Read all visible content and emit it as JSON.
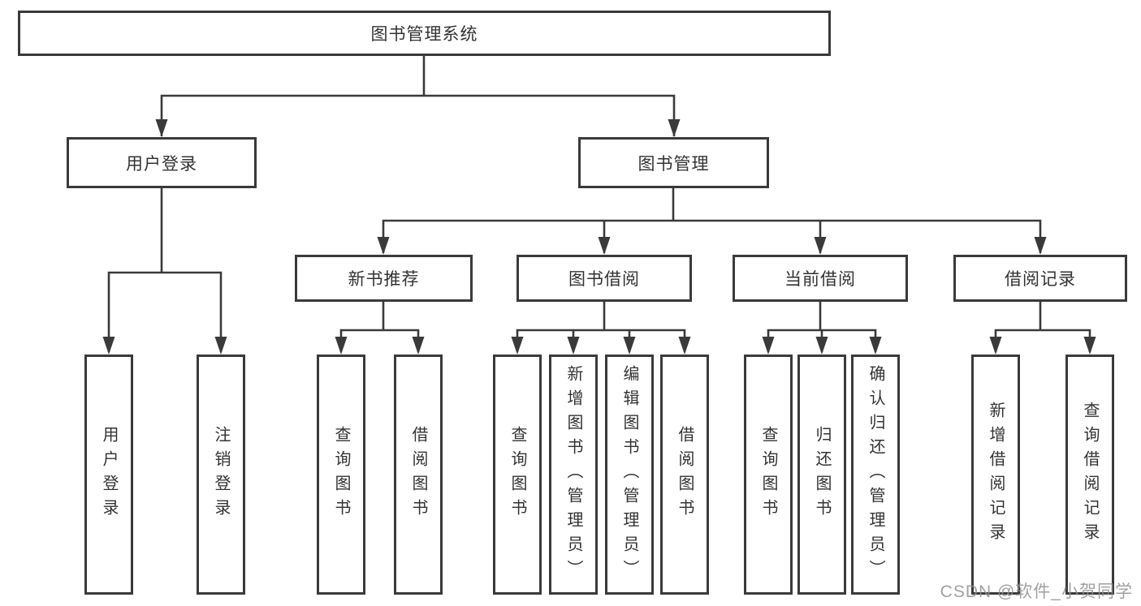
{
  "colors": {
    "line": "#3a3a3a",
    "border": "#3a3a3a",
    "text": "#333333",
    "background": "#ffffff",
    "watermark": "#919191"
  },
  "watermark": {
    "text": "CSDN @软件_小贺同学"
  },
  "nodes": {
    "root": {
      "label": "图书管理系统"
    },
    "user_login": {
      "label": "用户登录"
    },
    "book_mgmt": {
      "label": "图书管理"
    },
    "new_book_rec": {
      "label": "新书推荐"
    },
    "book_borrow": {
      "label": "图书借阅"
    },
    "current_borrow": {
      "label": "当前借阅"
    },
    "borrow_records": {
      "label": "借阅记录"
    },
    "leaf_user_login": {
      "label": "用户登录"
    },
    "leaf_logout": {
      "label": "注销登录"
    },
    "leaf_search_book_1": {
      "label": "查询图书"
    },
    "leaf_borrow_book_1": {
      "label": "借阅图书"
    },
    "leaf_search_book_2": {
      "label": "查询图书"
    },
    "leaf_add_book": {
      "label": "新增图书（管理员）"
    },
    "leaf_edit_book": {
      "label": "编辑图书（管理员）"
    },
    "leaf_borrow_book_2": {
      "label": "借阅图书"
    },
    "leaf_search_book_3": {
      "label": "查询图书"
    },
    "leaf_return_book": {
      "label": "归还图书"
    },
    "leaf_confirm_return": {
      "label": "确认归还（管理员）"
    },
    "leaf_add_borrow_record": {
      "label": "新增借阅记录"
    },
    "leaf_search_borrow_record": {
      "label": "查询借阅记录"
    }
  },
  "hierarchy": {
    "root": [
      "user_login",
      "book_mgmt"
    ],
    "user_login": [
      "leaf_user_login",
      "leaf_logout"
    ],
    "book_mgmt": [
      "new_book_rec",
      "book_borrow",
      "current_borrow",
      "borrow_records"
    ],
    "new_book_rec": [
      "leaf_search_book_1",
      "leaf_borrow_book_1"
    ],
    "book_borrow": [
      "leaf_search_book_2",
      "leaf_add_book",
      "leaf_edit_book",
      "leaf_borrow_book_2"
    ],
    "current_borrow": [
      "leaf_search_book_3",
      "leaf_return_book",
      "leaf_confirm_return"
    ],
    "borrow_records": [
      "leaf_add_borrow_record",
      "leaf_search_borrow_record"
    ]
  }
}
